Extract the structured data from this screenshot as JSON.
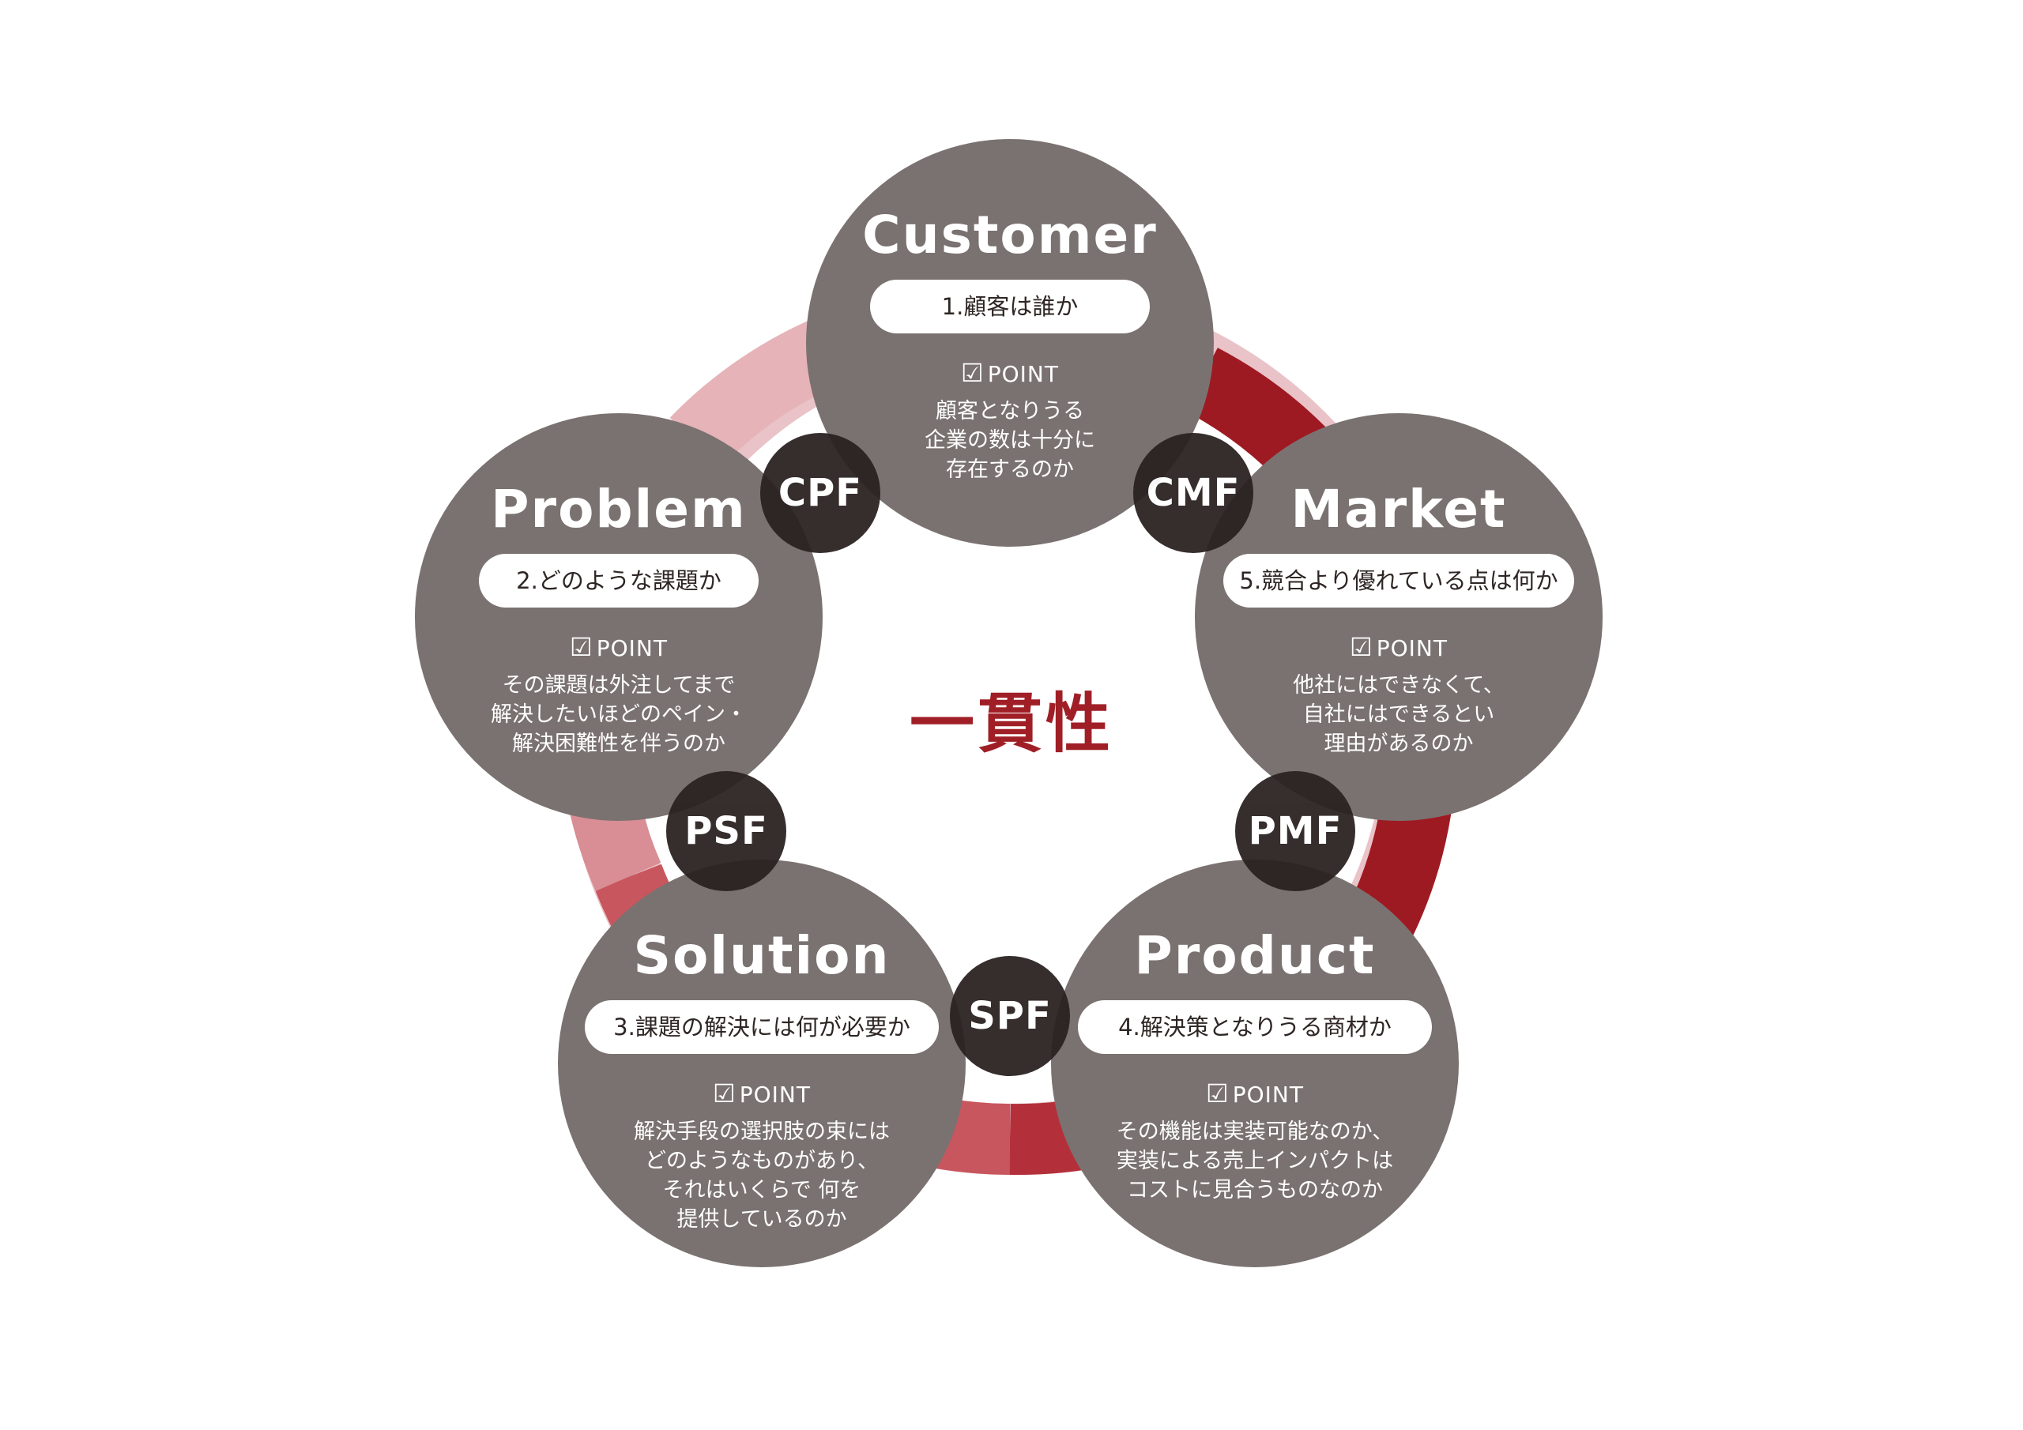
{
  "colors": {
    "bubble": "#7a7270",
    "node": "#2a2220",
    "accent": "#a01f26",
    "ring_dark": "#9e1a22",
    "ring_mid": "#c8565e",
    "ring_light": "#e9c3c8"
  },
  "center_label": "一貫性",
  "point_label": "POINT",
  "point_icon": "checkbox-check-icon",
  "bubbles": [
    {
      "title": "Customer",
      "question": "1.顧客は誰か",
      "lines": [
        "顧客となりうる",
        "企業の数は十分に",
        "存在するのか"
      ]
    },
    {
      "title": "Problem",
      "question": "2.どのような課題か",
      "lines": [
        "その課題は外注してまで",
        "解決したいほどのペイン・",
        "解決困難性を伴うのか"
      ]
    },
    {
      "title": "Market",
      "question": "5.競合より優れている点は何か",
      "lines": [
        "他社にはできなくて、",
        "自社にはできるとい",
        "理由があるのか"
      ]
    },
    {
      "title": "Solution",
      "question": "3.課題の解決には何が必要か",
      "lines": [
        "解決手段の選択肢の束には",
        "どのようなものがあり、",
        "それはいくらで 何を",
        "提供しているのか"
      ]
    },
    {
      "title": "Product",
      "question": "4.解決策となりうる商材か",
      "lines": [
        "その機能は実装可能なのか、",
        "実装による売上インパクトは",
        "コストに見合うものなのか"
      ]
    }
  ],
  "nodes": [
    "CPF",
    "CMF",
    "PSF",
    "PMF",
    "SPF"
  ]
}
